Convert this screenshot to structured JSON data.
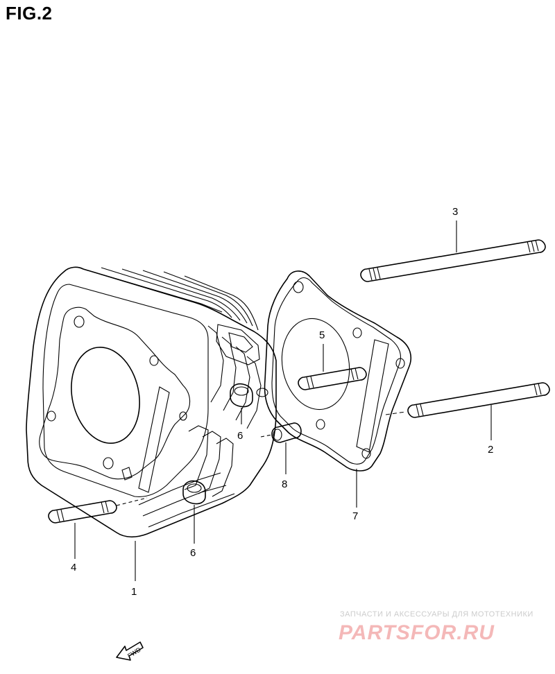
{
  "figure": {
    "title": "FIG.2"
  },
  "callouts": [
    {
      "id": "1",
      "label": "1"
    },
    {
      "id": "2",
      "label": "2"
    },
    {
      "id": "3",
      "label": "3"
    },
    {
      "id": "4",
      "label": "4"
    },
    {
      "id": "5",
      "label": "5"
    },
    {
      "id": "6a",
      "label": "6"
    },
    {
      "id": "6b",
      "label": "6"
    },
    {
      "id": "7",
      "label": "7"
    },
    {
      "id": "8",
      "label": "8"
    }
  ],
  "direction_arrow": {
    "label": "FWD"
  },
  "watermark": {
    "text": "ЗАПЧАСТИ И АКСЕССУАРЫ ДЛЯ МОТОТЕХНИКИ",
    "logo": "PARTSFOR.RU",
    "logo_color": "#f4b8b8"
  }
}
